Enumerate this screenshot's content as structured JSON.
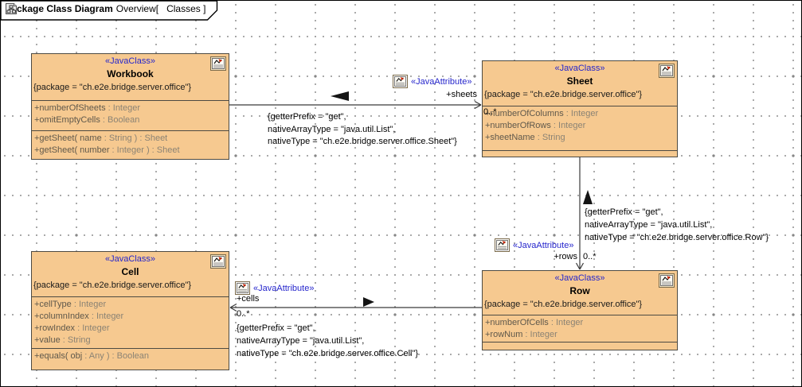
{
  "frame": {
    "bold": "package Class Diagram",
    "regular": "Overview[",
    "trailing": "Classes ]",
    "icon": "class-diagram-icon"
  },
  "colors": {
    "class_fill": "#f6c990",
    "class_border": "#4d4a42",
    "stereotype_blue": "#2626cc",
    "attr_name": "#5f584b",
    "attr_type": "#8b8374",
    "line_color": "#3a3a3a",
    "label_color": "#000000"
  },
  "classes": [
    {
      "id": "workbook",
      "stereotype": "«JavaClass»",
      "name": "Workbook",
      "constraint": "{package = \"ch.e2e.bridge.server.office\"}",
      "attributes": [
        {
          "n": "+numberOfSheets",
          "t": " : Integer"
        },
        {
          "n": "+omitEmptyCells",
          "t": " : Boolean"
        }
      ],
      "operations": [
        {
          "n": "+getSheet( name",
          "t": " : String ) : Sheet"
        },
        {
          "n": "+getSheet( number",
          "t": " : Integer ) : Sheet"
        }
      ]
    },
    {
      "id": "sheet",
      "stereotype": "«JavaClass»",
      "name": "Sheet",
      "constraint": "{package = \"ch.e2e.bridge.server.office\"}",
      "attributes": [
        {
          "n": "+numberOfColumns",
          "t": " : Integer"
        },
        {
          "n": "+numberOfRows",
          "t": " : Integer"
        },
        {
          "n": "+sheetName",
          "t": " : String"
        }
      ],
      "operations": []
    },
    {
      "id": "row",
      "stereotype": "«JavaClass»",
      "name": "Row",
      "constraint": "{package = \"ch.e2e.bridge.server.office\"}",
      "attributes": [
        {
          "n": "+numberOfCells",
          "t": " : Integer"
        },
        {
          "n": "+rowNum",
          "t": " : Integer"
        }
      ],
      "operations": []
    },
    {
      "id": "cell",
      "stereotype": "«JavaClass»",
      "name": "Cell",
      "constraint": "{package = \"ch.e2e.bridge.server.office\"}",
      "attributes": [
        {
          "n": "+cellType",
          "t": " : Integer"
        },
        {
          "n": "+columnIndex",
          "t": " : Integer"
        },
        {
          "n": "+rowIndex",
          "t": " : Integer"
        },
        {
          "n": "+value",
          "t": " : String"
        }
      ],
      "operations": [
        {
          "n": "+equals( obj",
          "t": " : Any ) : Boolean"
        }
      ]
    }
  ],
  "associations": [
    {
      "id": "workbook-sheet",
      "stereotype": "«JavaAttribute»",
      "role": "+sheets",
      "multiplicity": "0..*",
      "constraint_lines": [
        "{getterPrefix = \"get\",",
        "nativeArrayType = \"java.util.List\",",
        "nativeType = \"ch.e2e.bridge.server.office.Sheet\"}"
      ]
    },
    {
      "id": "sheet-row",
      "stereotype": "«JavaAttribute»",
      "role": "+rows",
      "multiplicity": "0..*",
      "constraint_lines": [
        "{getterPrefix = \"get\",",
        "nativeArrayType = \"java.util.List\",",
        "nativeType = \"ch.e2e.bridge.server.office.Row\"}"
      ]
    },
    {
      "id": "row-cell",
      "stereotype": "«JavaAttribute»",
      "role": "+cells",
      "multiplicity": "0..*",
      "constraint_lines": [
        "{getterPrefix = \"get\",",
        "nativeArrayType = \"java.util.List\",",
        "nativeType = \"ch.e2e.bridge.server.office.Cell\"}"
      ]
    }
  ]
}
